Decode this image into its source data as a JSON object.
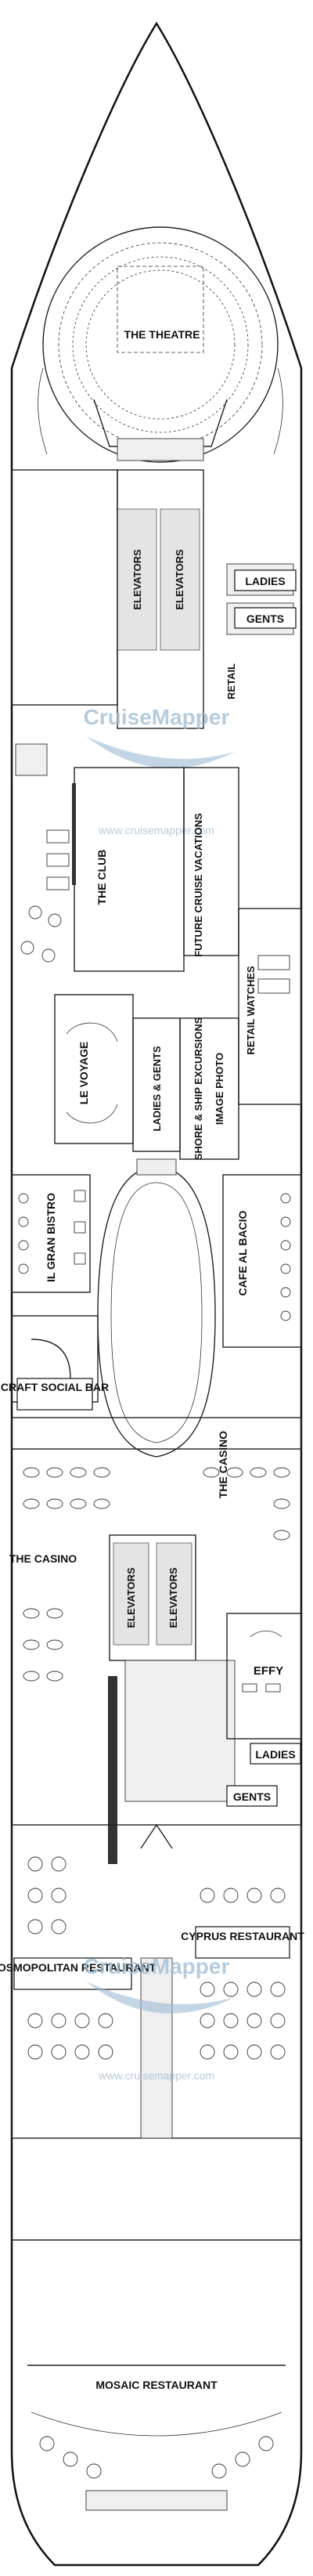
{
  "watermark": {
    "brand": "CruiseMapper",
    "site": "www.cruisemapper.com"
  },
  "labels": {
    "theatre": "THE THEATRE",
    "ladies_fwd": "LADIES",
    "gents_fwd": "GENTS",
    "elevators_fwd_1": "ELEVATORS",
    "elevators_fwd_2": "ELEVATORS",
    "retail_fwd": "RETAIL",
    "the_club": "THE CLUB",
    "future_cruise": "FUTURE CRUISE VACATIONS",
    "retail_watches": "RETAIL WATCHES",
    "le_voyage": "LE VOYAGE",
    "ladies_gents": "LADIES & GENTS",
    "shore_excursions": "SHORE & SHIP EXCURSIONS",
    "image_photo": "IMAGE PHOTO",
    "il_gran_bistro": "IL GRAN BISTRO",
    "cafe_al_bacio": "CAFE AL BACIO",
    "craft_social_bar": "CRAFT SOCIAL BAR",
    "the_casino_left": "THE CASINO",
    "the_casino_right": "THE CASINO",
    "elevators_mid_1": "ELEVATORS",
    "elevators_mid_2": "ELEVATORS",
    "effy": "EFFY",
    "ladies_aft": "LADIES",
    "gents_aft": "GENTS",
    "cyprus_restaurant": "CYPRUS RESTAURANT",
    "cosmopolitan_restaurant": "COSMOPOLITAN RESTAURANT",
    "mosaic_restaurant": "MOSAIC RESTAURANT"
  }
}
